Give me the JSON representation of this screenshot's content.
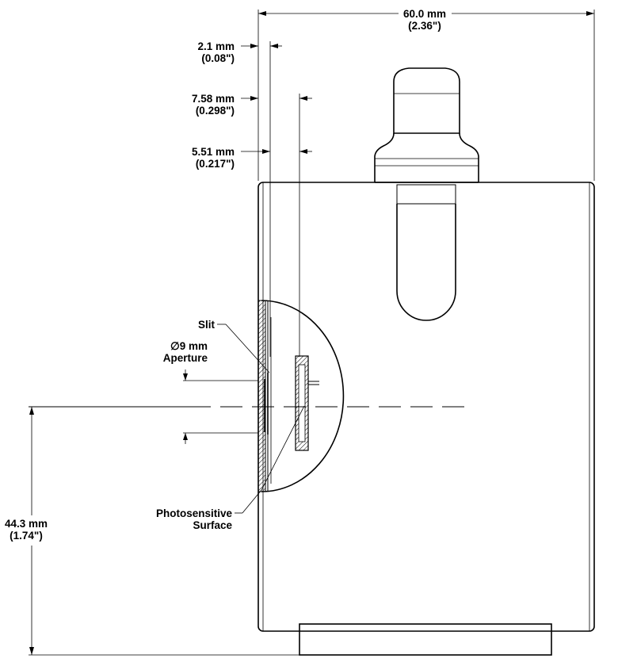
{
  "dimensions": {
    "overall_width": {
      "metric": "60.0 mm",
      "imperial": "(2.36\")"
    },
    "slit_offset": {
      "metric": "2.1 mm",
      "imperial": "(0.08\")"
    },
    "rear_offset": {
      "metric": "7.58 mm",
      "imperial": "(0.298\")"
    },
    "surface_offset": {
      "metric": "5.51 mm",
      "imperial": "(0.217\")"
    },
    "axis_height": {
      "metric": "44.3 mm",
      "imperial": "(1.74\")"
    }
  },
  "callouts": {
    "slit": "Slit",
    "aperture_line1": "∅9 mm",
    "aperture_line2": "Aperture",
    "photosensitive_line1": "Photosensitive",
    "photosensitive_line2": "Surface"
  },
  "colors": {
    "line": "#000000",
    "background": "#ffffff"
  }
}
